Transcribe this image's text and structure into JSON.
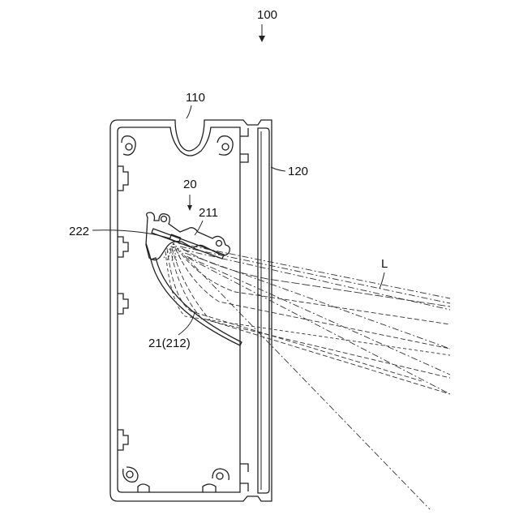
{
  "labels": {
    "assembly": "100",
    "housing": "110",
    "cover": "120",
    "module": "20",
    "part_211": "211",
    "part_222": "222",
    "reflector": "21(212)",
    "light": "L"
  }
}
